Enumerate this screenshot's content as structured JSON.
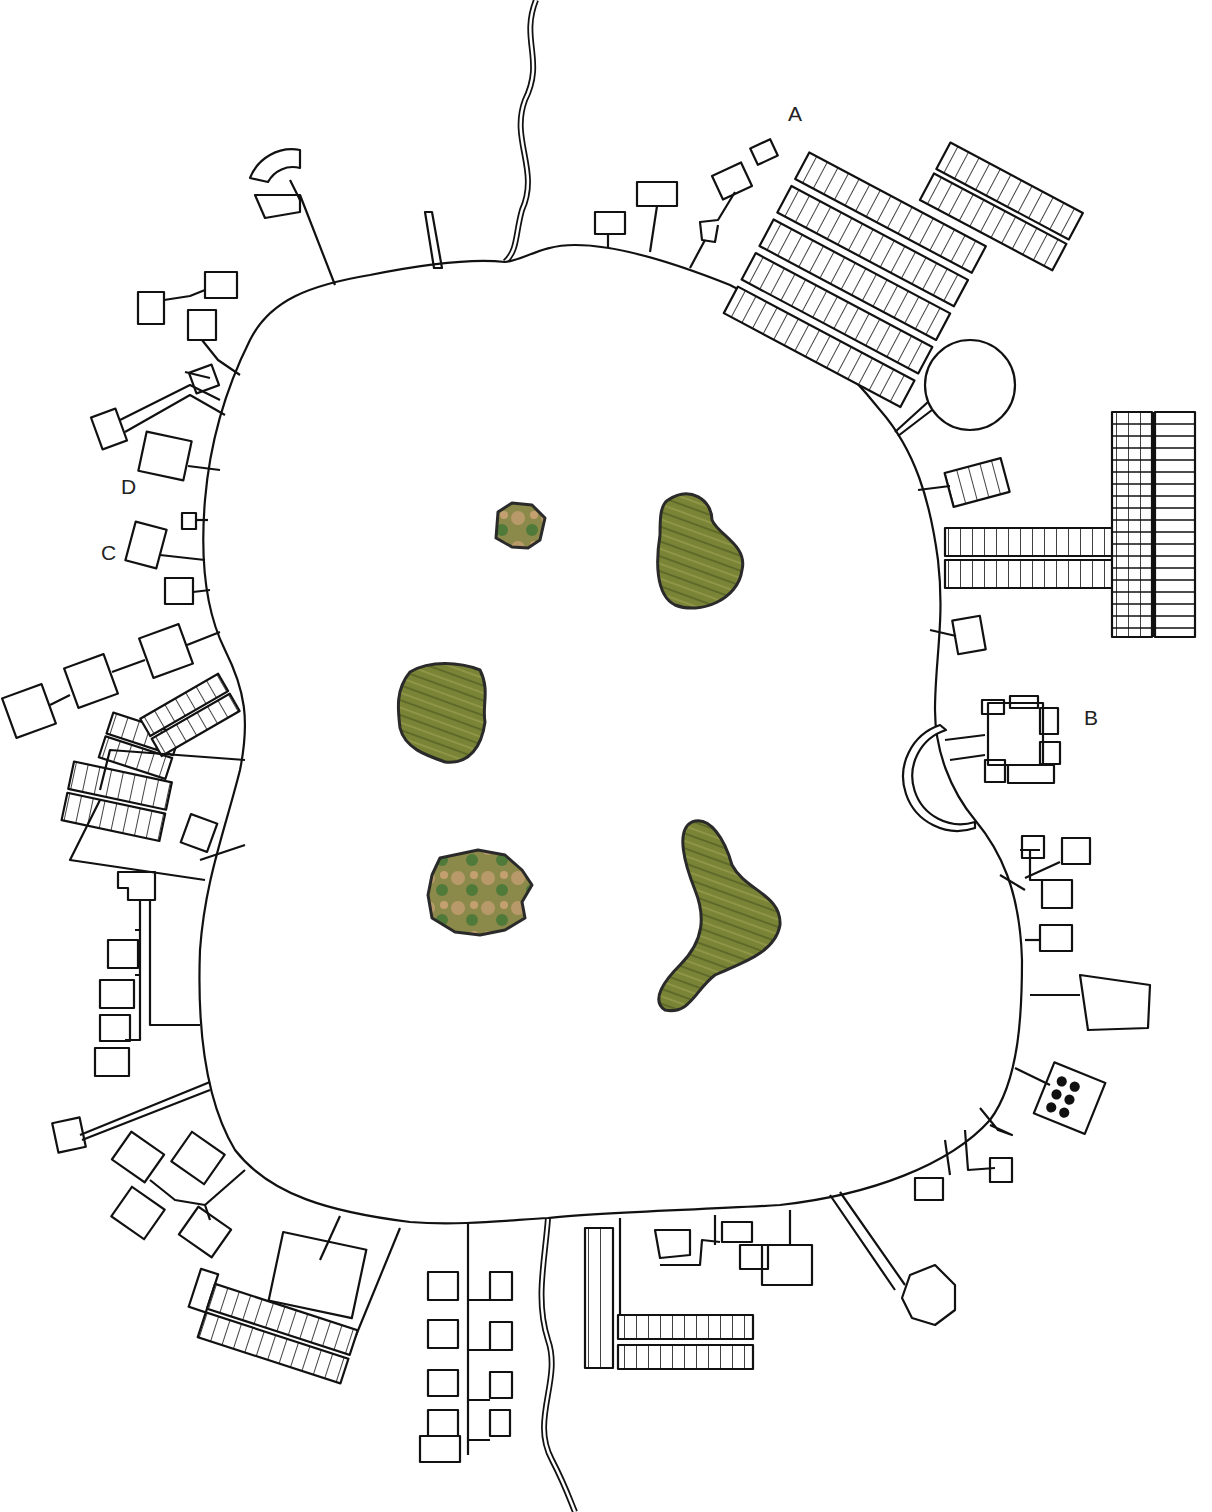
{
  "diagram": {
    "labels": [
      "A",
      "D",
      "C",
      "B"
    ]
  }
}
